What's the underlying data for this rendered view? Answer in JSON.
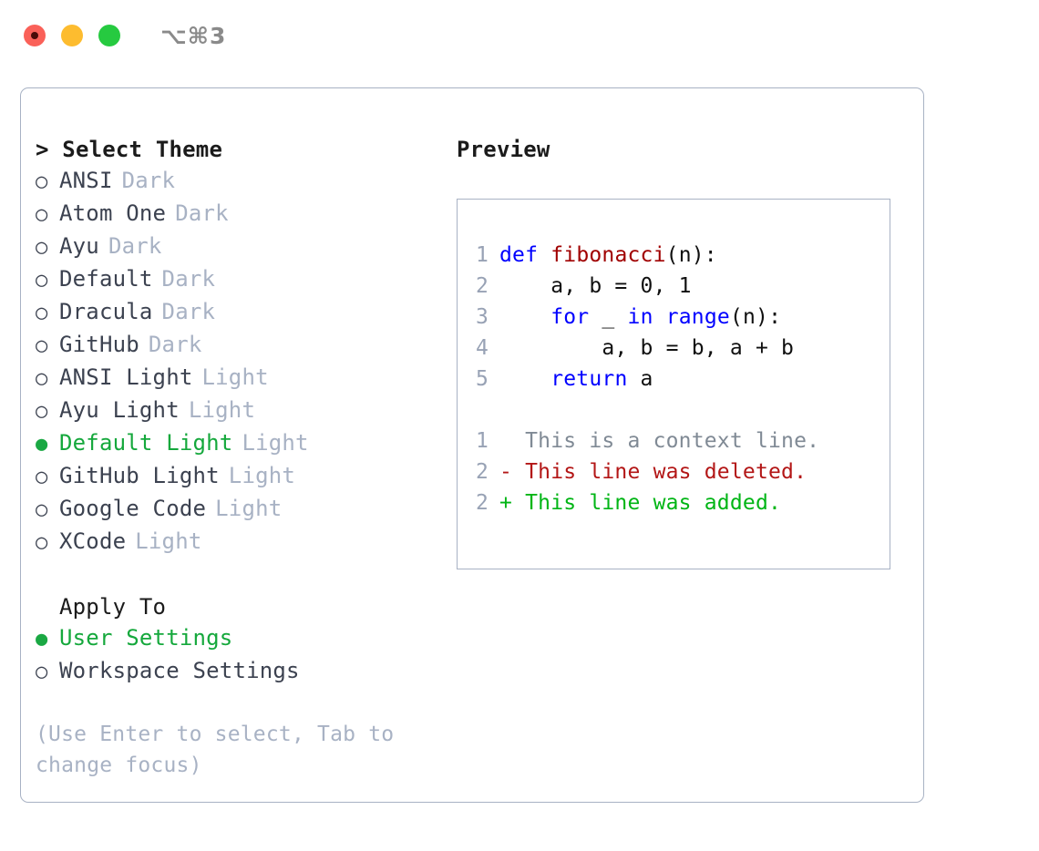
{
  "titlebar": {
    "buttons": [
      {
        "name": "close",
        "color": "#fa6159"
      },
      {
        "name": "minimize",
        "color": "#fdbc2f"
      },
      {
        "name": "zoom",
        "color": "#26ca40"
      }
    ],
    "shortcut": "⌥⌘3"
  },
  "theme_list": {
    "header": "> Select Theme",
    "selected_marker": "●",
    "unselected_marker": "○",
    "items": [
      {
        "marker": "○",
        "name": "ANSI",
        "category": "Dark",
        "selected": false
      },
      {
        "marker": "○",
        "name": "Atom One",
        "category": "Dark",
        "selected": false
      },
      {
        "marker": "○",
        "name": "Ayu",
        "category": "Dark",
        "selected": false
      },
      {
        "marker": "○",
        "name": "Default",
        "category": "Dark",
        "selected": false
      },
      {
        "marker": "○",
        "name": "Dracula",
        "category": "Dark",
        "selected": false
      },
      {
        "marker": "○",
        "name": "GitHub",
        "category": "Dark",
        "selected": false
      },
      {
        "marker": "○",
        "name": "ANSI Light",
        "category": "Light",
        "selected": false
      },
      {
        "marker": "○",
        "name": "Ayu Light",
        "category": "Light",
        "selected": false
      },
      {
        "marker": "●",
        "name": "Default Light",
        "category": "Light",
        "selected": true
      },
      {
        "marker": "○",
        "name": "GitHub Light",
        "category": "Light",
        "selected": false
      },
      {
        "marker": "○",
        "name": "Google Code",
        "category": "Light",
        "selected": false
      },
      {
        "marker": "○",
        "name": "XCode",
        "category": "Light",
        "selected": false
      }
    ]
  },
  "apply_to": {
    "label": "Apply To",
    "options": [
      {
        "marker": "●",
        "label": "User Settings",
        "selected": true
      },
      {
        "marker": "○",
        "label": "Workspace Settings",
        "selected": false
      }
    ]
  },
  "hint": "(Use Enter to select, Tab to change focus)",
  "preview": {
    "title": "Preview",
    "code_lines": [
      {
        "no": "1",
        "tokens": [
          {
            "t": "def",
            "c": "kw"
          },
          {
            "t": " ",
            "c": "plain"
          },
          {
            "t": "fibonacci",
            "c": "fn"
          },
          {
            "t": "(n):",
            "c": "plain"
          }
        ]
      },
      {
        "no": "2",
        "tokens": [
          {
            "t": "    a, b = 0, 1",
            "c": "plain"
          }
        ]
      },
      {
        "no": "3",
        "tokens": [
          {
            "t": "    ",
            "c": "plain"
          },
          {
            "t": "for",
            "c": "kw"
          },
          {
            "t": " _ ",
            "c": "plain"
          },
          {
            "t": "in",
            "c": "kw"
          },
          {
            "t": " ",
            "c": "plain"
          },
          {
            "t": "range",
            "c": "kw"
          },
          {
            "t": "(n):",
            "c": "plain"
          }
        ]
      },
      {
        "no": "4",
        "tokens": [
          {
            "t": "        a, b = b, a + b",
            "c": "plain"
          }
        ]
      },
      {
        "no": "5",
        "tokens": [
          {
            "t": "    ",
            "c": "plain"
          },
          {
            "t": "return",
            "c": "kw"
          },
          {
            "t": " a",
            "c": "plain"
          }
        ]
      }
    ],
    "diff_lines": [
      {
        "no": "1",
        "marker": " ",
        "text": "  This is a context line.",
        "kind": "ctx"
      },
      {
        "no": "2",
        "marker": " ",
        "text": "- This line was deleted.",
        "kind": "del"
      },
      {
        "no": "2",
        "marker": " ",
        "text": "+ This line was added.",
        "kind": "add"
      }
    ]
  },
  "colors": {
    "accent_green": "#15a83c",
    "muted": "#a8b2c4",
    "keyword_blue": "#0000ff",
    "function_red": "#a00000",
    "diff_delete": "#b31616",
    "diff_add": "#00b515",
    "border": "#a8b2c4"
  }
}
